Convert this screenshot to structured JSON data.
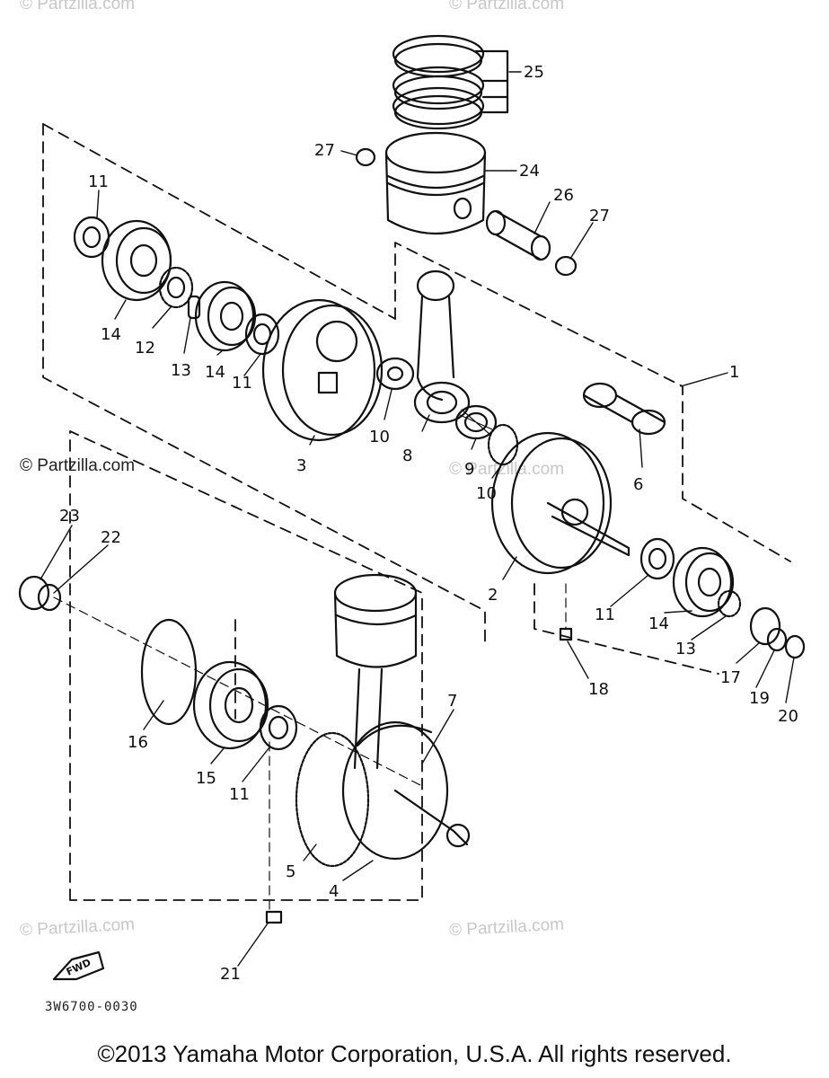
{
  "watermarks": {
    "top_left": "© Partzilla.com",
    "top_right": "© Partzilla.com",
    "middle_left": "© Partzilla.com",
    "middle_right": "© Partzilla.com",
    "bottom_left": "© Partzilla.com",
    "bottom_right": "© Partzilla.com"
  },
  "parts": {
    "p1": "1",
    "p2": "2",
    "p3": "3",
    "p4": "4",
    "p5": "5",
    "p6": "6",
    "p7": "7",
    "p8": "8",
    "p9": "9",
    "p10a": "10",
    "p10b": "10",
    "p11a": "11",
    "p11b": "11",
    "p11c": "11",
    "p11d": "11",
    "p12": "12",
    "p13a": "13",
    "p13b": "13",
    "p14a": "14",
    "p14b": "14",
    "p14c": "14",
    "p15": "15",
    "p16": "16",
    "p17": "17",
    "p18": "18",
    "p19": "19",
    "p20": "20",
    "p21": "21",
    "p22": "22",
    "p23": "23",
    "p24": "24",
    "p25": "25",
    "p26": "26",
    "p27a": "27",
    "p27b": "27"
  },
  "fwd_label": "FWD",
  "diagram_code": "3W6700-0030",
  "copyright": "©2013 Yamaha Motor Corporation, U.S.A. All rights reserved."
}
